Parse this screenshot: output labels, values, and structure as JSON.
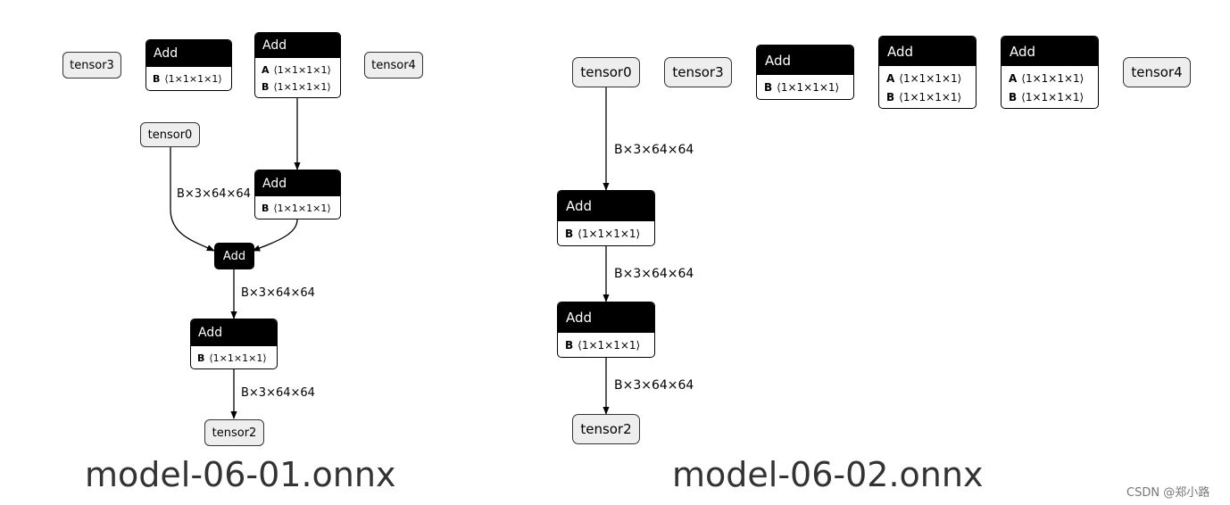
{
  "diagrams": [
    {
      "caption": "model-06-01.onnx",
      "nodes": {
        "tensor3": {
          "label": "tensor3"
        },
        "tensor4": {
          "label": "tensor4"
        },
        "tensor0": {
          "label": "tensor0"
        },
        "tensor2": {
          "label": "tensor2"
        },
        "add_top_small": {
          "title": "Add",
          "rows": [
            {
              "name": "B",
              "shape": "⟨1×1×1×1⟩"
            }
          ]
        },
        "add_top_ab": {
          "title": "Add",
          "rows": [
            {
              "name": "A",
              "shape": "⟨1×1×1×1⟩"
            },
            {
              "name": "B",
              "shape": "⟨1×1×1×1⟩"
            }
          ]
        },
        "add_mid_b": {
          "title": "Add",
          "rows": [
            {
              "name": "B",
              "shape": "⟨1×1×1×1⟩"
            }
          ]
        },
        "add_merge": {
          "title": "Add"
        },
        "add_bottom_b": {
          "title": "Add",
          "rows": [
            {
              "name": "B",
              "shape": "⟨1×1×1×1⟩"
            }
          ]
        }
      },
      "edge_labels": [
        "B×3×64×64",
        "B×3×64×64",
        "B×3×64×64"
      ]
    },
    {
      "caption": "model-06-02.onnx",
      "nodes": {
        "tensor0": {
          "label": "tensor0"
        },
        "tensor3": {
          "label": "tensor3"
        },
        "tensor4": {
          "label": "tensor4"
        },
        "tensor2": {
          "label": "tensor2"
        },
        "add_top_b": {
          "title": "Add",
          "rows": [
            {
              "name": "B",
              "shape": "⟨1×1×1×1⟩"
            }
          ]
        },
        "add_top_ab1": {
          "title": "Add",
          "rows": [
            {
              "name": "A",
              "shape": "⟨1×1×1×1⟩"
            },
            {
              "name": "B",
              "shape": "⟨1×1×1×1⟩"
            }
          ]
        },
        "add_top_ab2": {
          "title": "Add",
          "rows": [
            {
              "name": "A",
              "shape": "⟨1×1×1×1⟩"
            },
            {
              "name": "B",
              "shape": "⟨1×1×1×1⟩"
            }
          ]
        },
        "add_chain1": {
          "title": "Add",
          "rows": [
            {
              "name": "B",
              "shape": "⟨1×1×1×1⟩"
            }
          ]
        },
        "add_chain2": {
          "title": "Add",
          "rows": [
            {
              "name": "B",
              "shape": "⟨1×1×1×1⟩"
            }
          ]
        }
      },
      "edge_labels": [
        "B×3×64×64",
        "B×3×64×64",
        "B×3×64×64"
      ]
    }
  ],
  "watermark": "CSDN @郑小路"
}
